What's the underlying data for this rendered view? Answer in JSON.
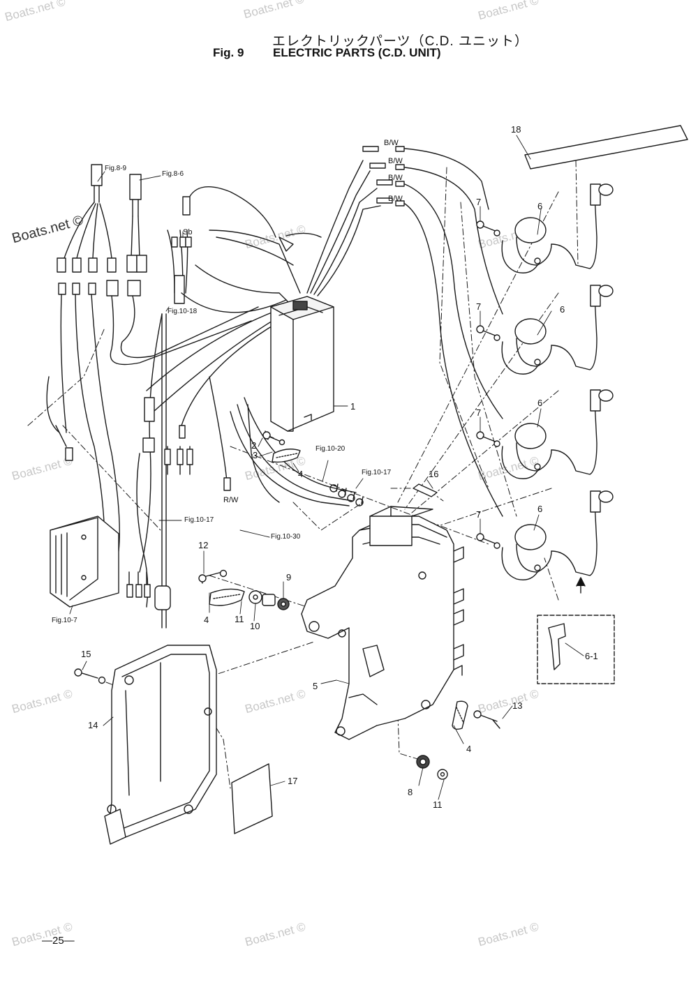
{
  "title": {
    "japanese": "エレクトリックパーツ（C.D. ユニット）",
    "fig_number": "Fig. 9",
    "english": "ELECTRIC PARTS (C.D. UNIT)"
  },
  "callouts": [
    {
      "id": "part-1",
      "text": "1"
    },
    {
      "id": "part-2",
      "text": "2"
    },
    {
      "id": "part-3",
      "text": "3"
    },
    {
      "id": "part-4-a",
      "text": "4"
    },
    {
      "id": "part-4-b",
      "text": "4"
    },
    {
      "id": "part-4-c",
      "text": "4"
    },
    {
      "id": "part-5",
      "text": "5"
    },
    {
      "id": "part-6-a",
      "text": "6"
    },
    {
      "id": "part-6-b",
      "text": "6"
    },
    {
      "id": "part-6-c",
      "text": "6"
    },
    {
      "id": "part-6-d",
      "text": "6"
    },
    {
      "id": "part-6-1",
      "text": "6-1"
    },
    {
      "id": "part-7-a",
      "text": "7"
    },
    {
      "id": "part-7-b",
      "text": "7"
    },
    {
      "id": "part-7-c",
      "text": "7"
    },
    {
      "id": "part-7-d",
      "text": "7"
    },
    {
      "id": "part-8",
      "text": "8"
    },
    {
      "id": "part-9",
      "text": "9"
    },
    {
      "id": "part-10",
      "text": "10"
    },
    {
      "id": "part-11-a",
      "text": "11"
    },
    {
      "id": "part-11-b",
      "text": "11"
    },
    {
      "id": "part-12",
      "text": "12"
    },
    {
      "id": "part-13",
      "text": "13"
    },
    {
      "id": "part-14",
      "text": "14"
    },
    {
      "id": "part-15",
      "text": "15"
    },
    {
      "id": "part-16",
      "text": "16"
    },
    {
      "id": "part-17",
      "text": "17"
    },
    {
      "id": "part-18",
      "text": "18"
    }
  ],
  "references": [
    {
      "id": "ref-fig8-9",
      "text": "Fig.8-9"
    },
    {
      "id": "ref-fig8-6",
      "text": "Fig.8-6"
    },
    {
      "id": "ref-fig10-18",
      "text": "Fig.10-18"
    },
    {
      "id": "ref-fig10-20",
      "text": "Fig.10-20"
    },
    {
      "id": "ref-fig10-17-a",
      "text": "Fig.10-17"
    },
    {
      "id": "ref-fig10-17-b",
      "text": "Fig.10-17"
    },
    {
      "id": "ref-fig10-30",
      "text": "Fig.10-30"
    },
    {
      "id": "ref-fig10-7",
      "text": "Fig.10-7"
    }
  ],
  "wire_colors": [
    {
      "id": "wire-bw-1",
      "text": "B/W"
    },
    {
      "id": "wire-bw-2",
      "text": "B/W"
    },
    {
      "id": "wire-bw-3",
      "text": "B/W"
    },
    {
      "id": "wire-bw-4",
      "text": "B/W"
    },
    {
      "id": "wire-sb",
      "text": "Sb"
    },
    {
      "id": "wire-rw",
      "text": "R/W"
    }
  ],
  "watermark": "Boats.net ©",
  "page_number": "—25—"
}
